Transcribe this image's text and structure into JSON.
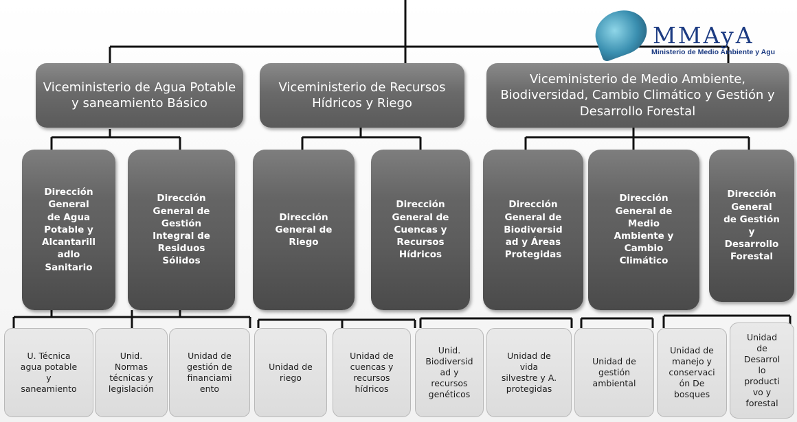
{
  "logo": {
    "title": "MMAyA",
    "subtitle": "Ministerio de Medio Ambiente y Agu"
  },
  "viceministerios": [
    {
      "label": "Viceministerio de Agua Potable y saneamiento Básico"
    },
    {
      "label": "Viceministerio de Recursos Hídricos y Riego"
    },
    {
      "label": "Viceministerio de Medio Ambiente, Biodiversidad, Cambio Climático y Gestión y Desarrollo Forestal"
    }
  ],
  "direcciones": [
    {
      "label": "Dirección\nGeneral\nde Agua\nPotable y\nAlcantarill\nadlo\nSanitario"
    },
    {
      "label": "Dirección\nGeneral de\nGestión\nIntegral de\nResiduos\nSólidos"
    },
    {
      "label": "Dirección\nGeneral de\nRiego"
    },
    {
      "label": "Dirección\nGeneral de\nCuencas y\nRecursos\nHídricos"
    },
    {
      "label": "Dirección\nGeneral de\nBiodiversid\nad y Áreas\nProtegidas"
    },
    {
      "label": "Dirección\nGeneral de\nMedio\nAmbiente y\nCambio\nClimático"
    },
    {
      "label": "Dirección\nGeneral\nde Gestión\ny\nDesarrollo\nForestal"
    }
  ],
  "unidades": [
    {
      "label": "U. Técnica\nagua potable\ny\nsaneamiento"
    },
    {
      "label": "Unid.\nNormas\ntécnicas y\nlegislación"
    },
    {
      "label": "Unidad de\ngestión de\nfinanciami\nento"
    },
    {
      "label": "Unidad de\nriego"
    },
    {
      "label": "Unidad de\ncuencas y\nrecursos\nhídricos"
    },
    {
      "label": "Unid.\nBiodiversid\nad y\nrecursos\ngenéticos"
    },
    {
      "label": "Unidad de\nvida\nsilvestre y A.\nprotegidas"
    },
    {
      "label": "Unidad de\ngestión\nambiental"
    },
    {
      "label": "Unidad de\nmanejo y\nconservaci\nón De\nbosques"
    },
    {
      "label": "Unidad\nde\nDesarrol\nlo\nproducti\nvo y\nforestal"
    }
  ]
}
